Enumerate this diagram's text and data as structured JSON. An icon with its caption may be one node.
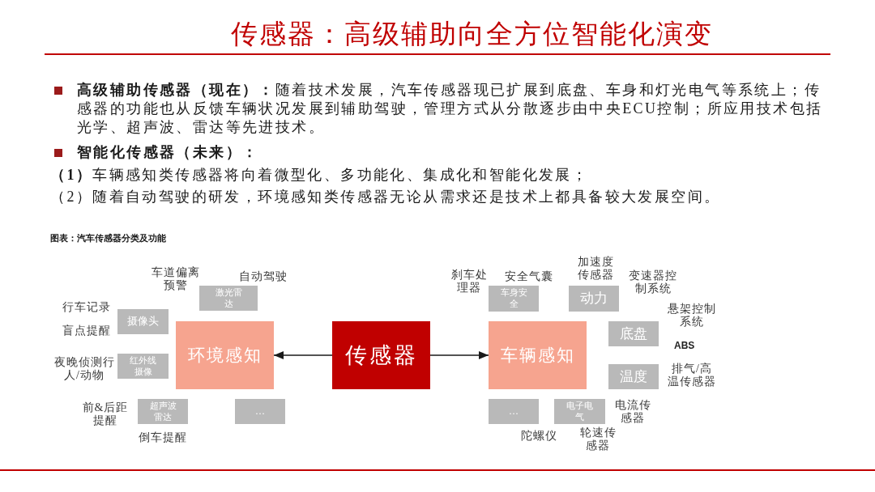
{
  "diagram": {
    "title": "传感器：高级辅助向全方位智能化演变",
    "caption": "图表：汽车传感器分类及功能",
    "nodes": [
      {
        "text": [
          "环境感知"
        ]
      },
      {
        "text": [
          "传感器"
        ]
      },
      {
        "text": [
          "车辆感知"
        ]
      },
      {
        "text": [
          "激光雷达"
        ],
        "beside": [
          "车道偏离预警",
          "自动驾驶"
        ]
      },
      {
        "text": [
          "摄像头"
        ],
        "beside": [
          "行车记录",
          "盲点提醒"
        ]
      },
      {
        "text": [
          "红外线摄像"
        ],
        "beside": [
          "夜晚侦测行人/动物"
        ]
      },
      {
        "text": [
          "超声波雷达"
        ],
        "beside": [
          "前&后距提醒",
          "倒车提醒"
        ]
      },
      {
        "text": [
          "…"
        ]
      },
      {
        "text": [
          "车身安全"
        ],
        "beside": [
          "刹车处理器",
          "安全气囊"
        ]
      },
      {
        "text": [
          "动力"
        ],
        "beside": [
          "加速度传感器",
          "变速器控制系统"
        ]
      },
      {
        "text": [
          "底盘"
        ],
        "beside": [
          "悬架控制系统",
          "ABS"
        ]
      },
      {
        "text": [
          "温度"
        ],
        "beside": [
          "排气/高温传感器"
        ]
      },
      {
        "text": [
          "…"
        ],
        "beside": [
          "陀螺仪"
        ]
      },
      {
        "text": [
          "电子电气"
        ],
        "beside": [
          "电流传感器",
          "轮速传感器"
        ]
      }
    ],
    "edges": [
      {
        "from": 1,
        "to": 0,
        "arrow": "to"
      },
      {
        "from": 1,
        "to": 2,
        "arrow": "to"
      }
    ],
    "labels": [
      "**高级辅助传感器（现在）：**随着技术发展，汽车传感器现已扩展到底盘、车身和灯光电气等系统上；传感器的功能也从反馈车辆状况发展到辅助驾驶，管理方式从分散逐步由中央ECU控制；所应用技术包括光学、超声波、雷达等先进技术。",
      "智能化传感器（未来）：",
      "**（1）**车辆感知类传感器将向着微型化、多功能化、集成化和智能化发展；",
      "（2）随着自动驾驶的研发，环境感知类传感器无论从需求还是技术上都具备较大发展空间。"
    ]
  }
}
